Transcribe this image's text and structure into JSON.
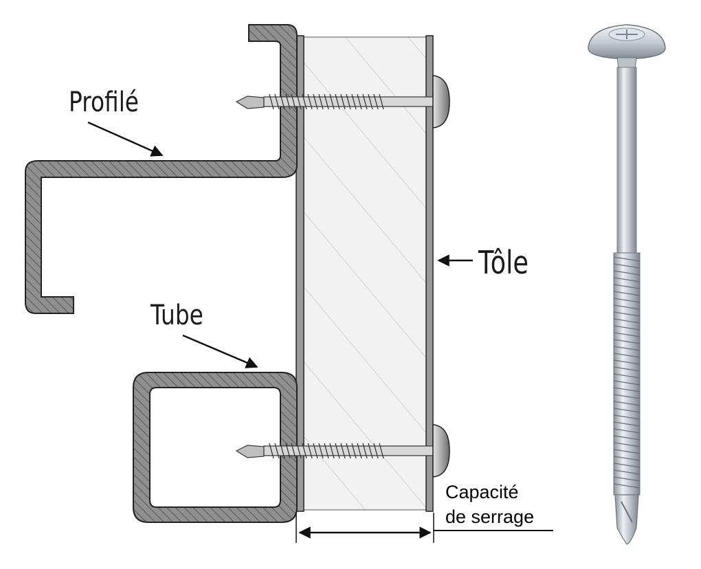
{
  "labels": {
    "profile": "Profilé",
    "tube": "Tube",
    "sheet": "Tôle",
    "clamping_line1": "Capacité",
    "clamping_line2": "de serrage"
  },
  "colors": {
    "steel_section": "#8a8a8a",
    "outline": "#222222",
    "insulation_core": "#f2f2f2",
    "sheet_facing": "#9a9a9a",
    "screw_metal": "#c9ced4"
  }
}
